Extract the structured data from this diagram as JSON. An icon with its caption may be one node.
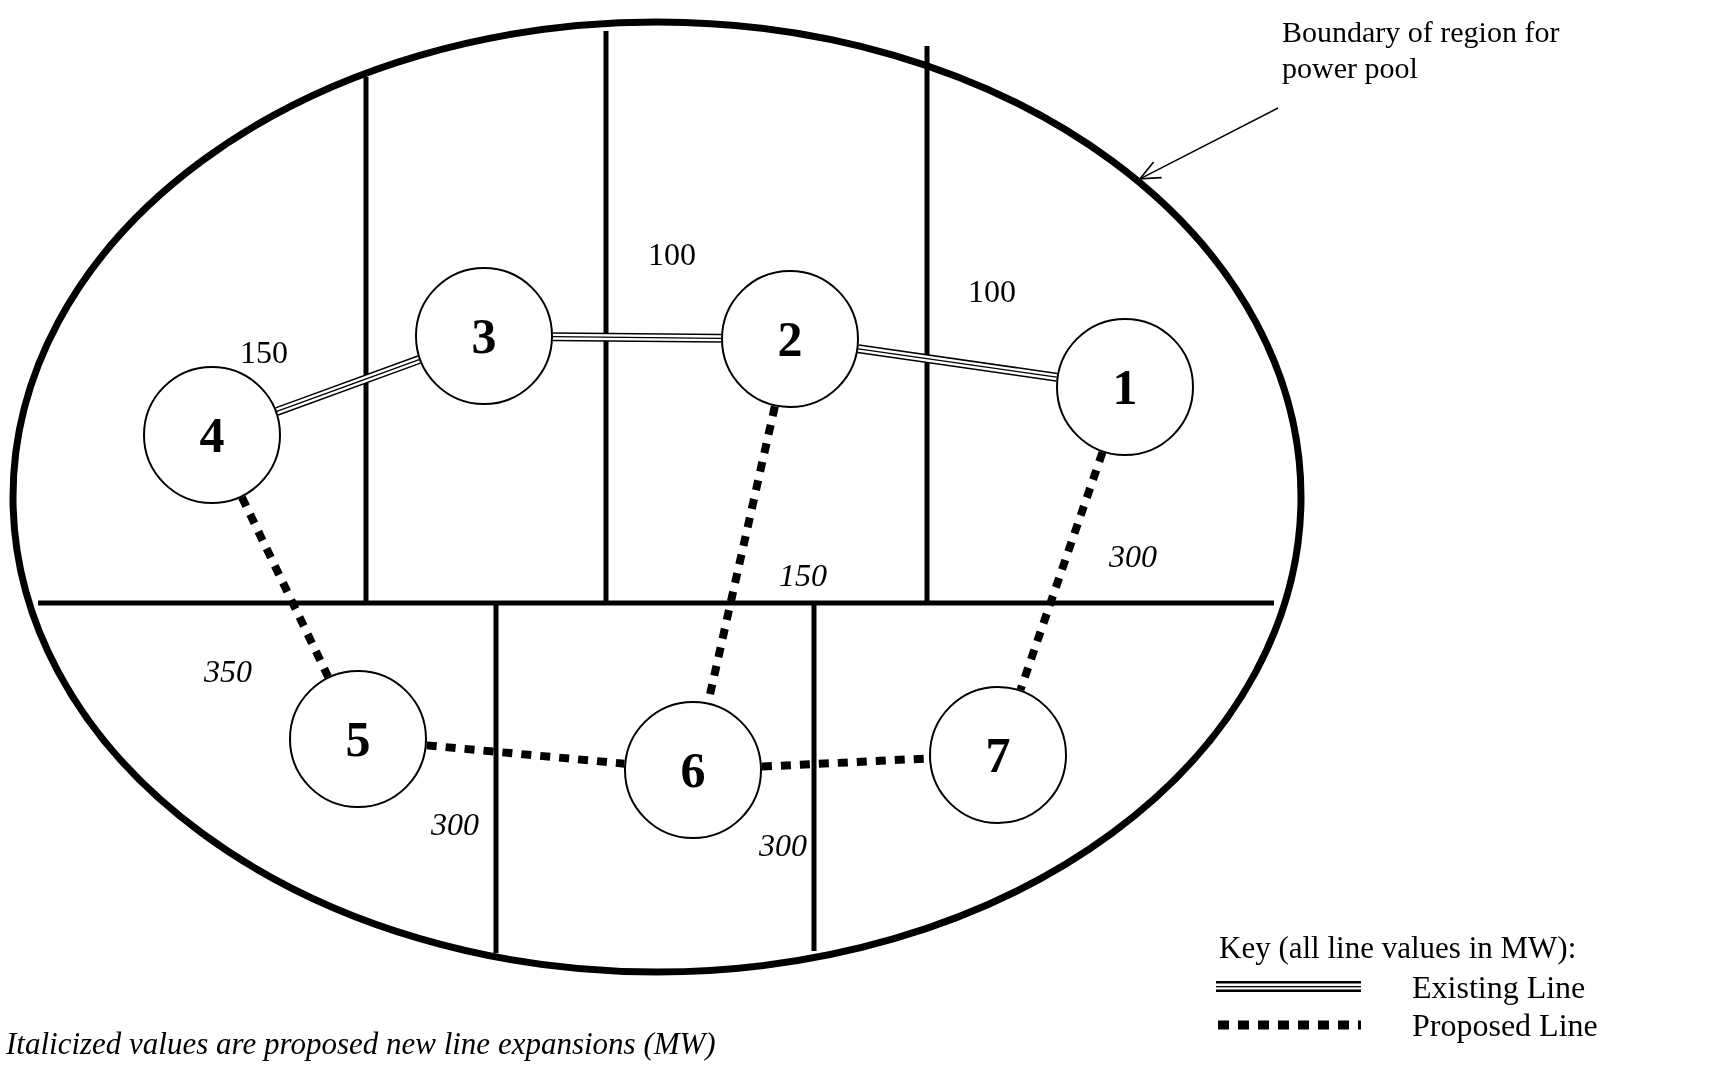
{
  "diagram": {
    "caption": "Italicized values are proposed new line expansions (MW)",
    "nodes": [
      {
        "text": [],
        "shape": "ellipse"
      },
      {
        "text": [
          "4"
        ],
        "in": 0
      },
      {
        "text": [
          "3"
        ],
        "in": 0
      },
      {
        "text": [
          "2"
        ],
        "in": 0
      },
      {
        "text": [
          "1"
        ],
        "in": 0
      },
      {
        "text": [
          "5"
        ],
        "in": 0
      },
      {
        "text": [
          "6"
        ],
        "in": 0
      },
      {
        "text": [
          "7"
        ],
        "in": 0
      },
      {
        "text": [
          "Boundary of region for power pool"
        ]
      }
    ],
    "edges": [
      {
        "from": 8,
        "to": 0,
        "arrow": "to"
      },
      {
        "from": 1,
        "to": 2,
        "arrow": "none",
        "label": "150"
      },
      {
        "from": 2,
        "to": 3,
        "arrow": "none",
        "label": "100"
      },
      {
        "from": 3,
        "to": 4,
        "arrow": "none",
        "label": "100"
      },
      {
        "from": 1,
        "to": 5,
        "arrow": "none",
        "label": "350",
        "style": "dashed"
      },
      {
        "from": 3,
        "to": 6,
        "arrow": "none",
        "label": "150",
        "style": "dashed"
      },
      {
        "from": 4,
        "to": 7,
        "arrow": "none",
        "label": "300",
        "style": "dashed"
      },
      {
        "from": 5,
        "to": 6,
        "arrow": "none",
        "label": "300",
        "style": "dashed"
      },
      {
        "from": 6,
        "to": 7,
        "arrow": "none",
        "label": "300",
        "style": "dashed"
      }
    ],
    "labels": [
      "Key (all line values in MW):"
    ],
    "legend": [
      {
        "text": "Existing Line"
      },
      {
        "text": "Proposed Line"
      }
    ]
  }
}
